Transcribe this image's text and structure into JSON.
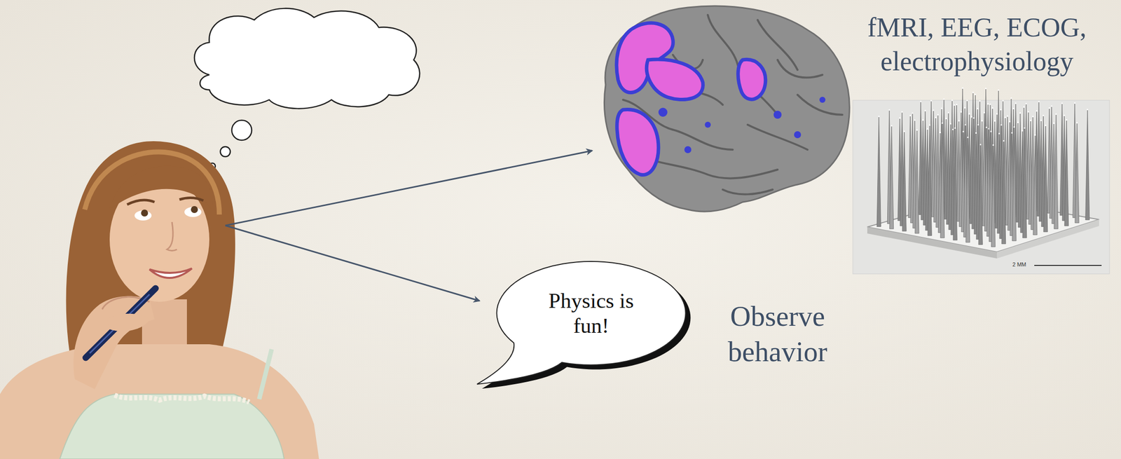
{
  "diagram": {
    "nodes": [
      {
        "text": [
          "Physics is fun!"
        ]
      }
    ],
    "labels": [
      "fMRI, EEG, ECOG, electrophysiology",
      "Observe behavior",
      "2 MM"
    ]
  }
}
